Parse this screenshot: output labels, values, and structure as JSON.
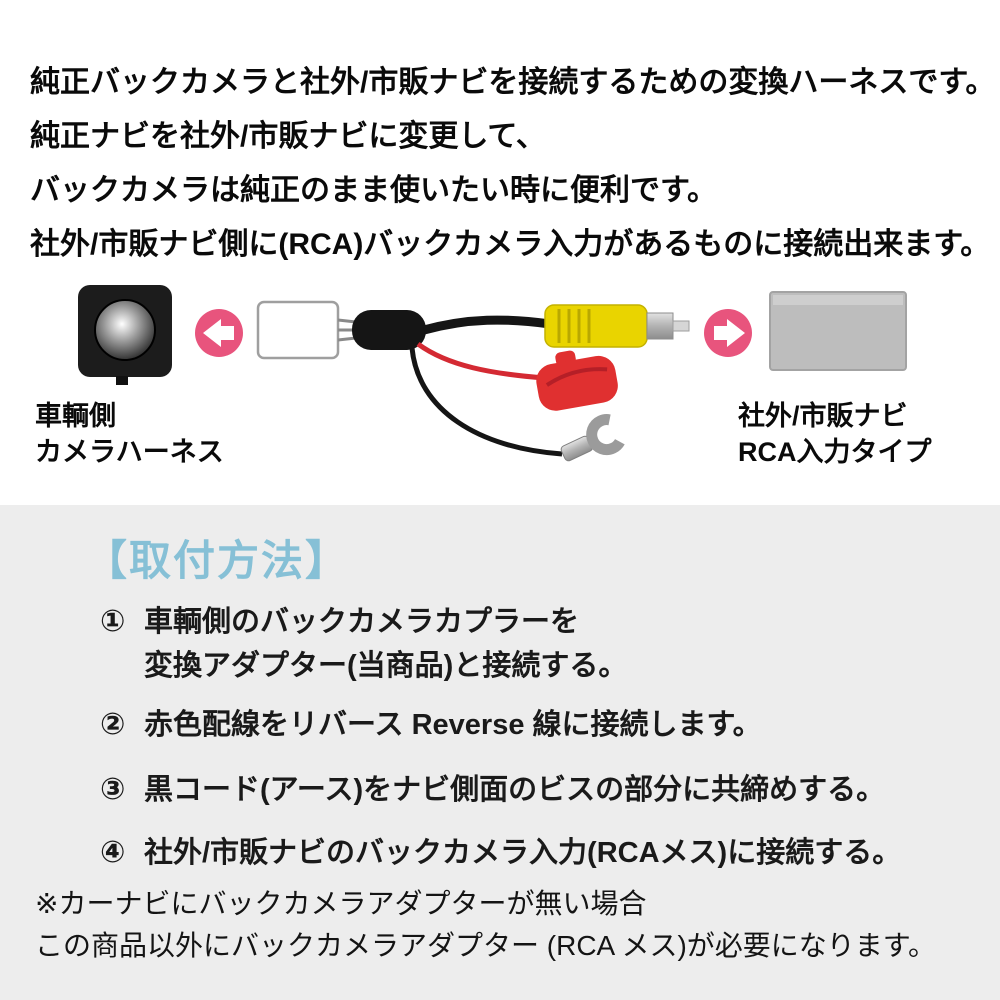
{
  "intro": {
    "lines": [
      "純正バックカメラと社外/市販ナビを接続するための変換ハーネスです。",
      "純正ナビを社外/市販ナビに変更して、",
      "バックカメラは純正のまま使いたい時に便利です。",
      "社外/市販ナビ側に(RCA)バックカメラ入力があるものに接続出来ます。"
    ]
  },
  "diagram": {
    "left_label_line1": "車輌側",
    "left_label_line2": "カメラハーネス",
    "right_label_line1": "社外/市販ナビ",
    "right_label_line2": "RCA入力タイプ",
    "colors": {
      "arrow_pink": "#e8547d",
      "rca_yellow": "#e9d400",
      "rca_ridge": "#b9a800",
      "cap_red": "#e03030",
      "navi_gray": "#bdbdbd",
      "camera_black": "#1c1c1c",
      "cable_black": "#151515",
      "metal_gray": "#9b9b9b"
    }
  },
  "install": {
    "heading": "【取付方法】",
    "heading_color": "#86c0d6",
    "steps": [
      {
        "num": "①",
        "line1": "車輌側のバックカメラカプラーを",
        "line2": "変換アダプター(当商品)と接続する。"
      },
      {
        "num": "②",
        "line1": "赤色配線をリバース Reverse 線に接続します。",
        "line2": ""
      },
      {
        "num": "③",
        "line1": "黒コード(アース)をナビ側面のビスの部分に共締めする。",
        "line2": ""
      },
      {
        "num": "④",
        "line1": "社外/市販ナビのバックカメラ入力(RCAメス)に接続する。",
        "line2": ""
      }
    ],
    "note_line1": "※カーナビにバックカメラアダプターが無い場合",
    "note_line2": "この商品以外にバックカメラアダプター (RCA メス)が必要になります。"
  }
}
